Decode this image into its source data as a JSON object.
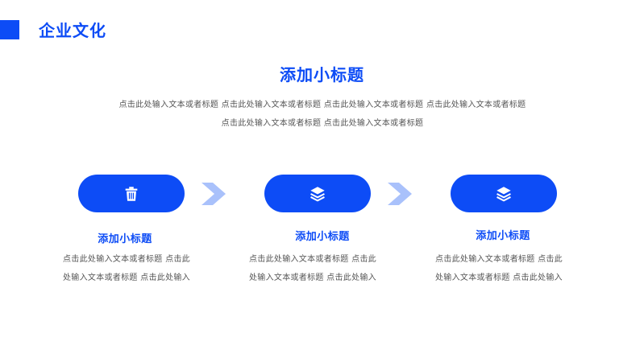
{
  "header": {
    "title": "企业文化"
  },
  "main": {
    "heading": "添加小标题",
    "intro_lines": [
      "点击此处输入文本或者标题 点击此处输入文本或者标题 点击此处输入文本或者标题 点击此处输入文本或者标题",
      "点击此处输入文本或者标题 点击此处输入文本或者标题"
    ]
  },
  "steps": [
    {
      "icon": "trash-icon",
      "title": "添加小标题",
      "lines": [
        "点击此处输入文本或者标题 点击此",
        "处输入文本或者标题 点击此处输入"
      ]
    },
    {
      "icon": "layers-icon",
      "title": "添加小标题",
      "lines": [
        "点击此处输入文本或者标题 点击此",
        "处输入文本或者标题 点击此处输入"
      ]
    },
    {
      "icon": "layers-icon",
      "title": "添加小标题",
      "lines": [
        "点击此处输入文本或者标题 点击此",
        "处输入文本或者标题 点击此处输入"
      ]
    }
  ],
  "colors": {
    "accent": "#0d4cf6",
    "chevron": "#a9c1fb",
    "body_text": "#555555"
  }
}
